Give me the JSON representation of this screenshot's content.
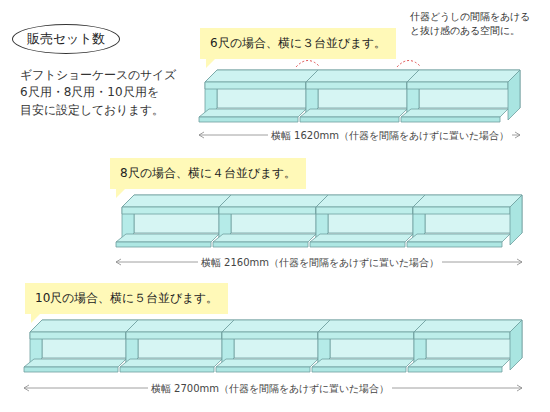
{
  "diagram": {
    "nodes": [
      {
        "text": [
          "販売セット数"
        ]
      },
      {
        "text": [
          "6尺の場合、横に３台並びます。"
        ]
      },
      {
        "text": [
          "8尺の場合、横に４台並びます。"
        ]
      },
      {
        "text": [
          "10尺の場合、横に５台並びます。"
        ]
      }
    ],
    "labels": [
      "ギフトショーケースのサイズ 6尺用・8尺用・10尺用を 目安に設定しております。",
      "什器どうしの間隔をあける と抜け感のある空間に。",
      "横幅 1620mm（什器を間隔をあけずに置いた場合）",
      "横幅 2160mm（什器を間隔をあけずに置いた場合）",
      "横幅 2700mm（什器を間隔をあけずに置いた場合）"
    ]
  }
}
